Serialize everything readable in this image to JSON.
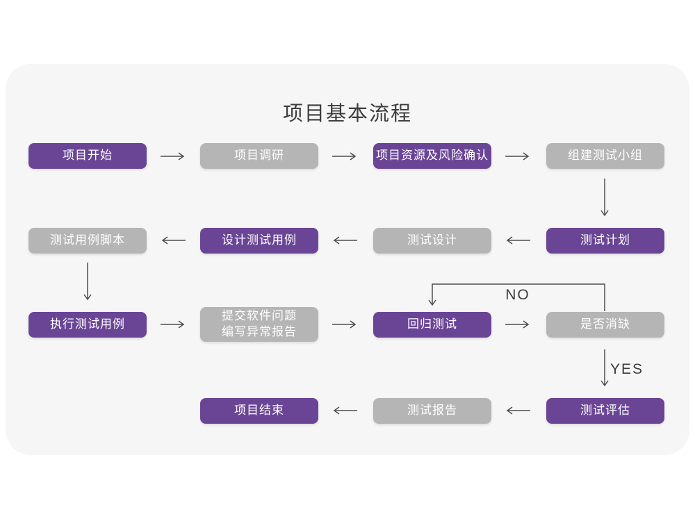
{
  "title": "项目基本流程",
  "branch_labels": {
    "no": "NO",
    "yes": "YES"
  },
  "colors": {
    "page": "#ffffff",
    "panel": "#f6f6f6",
    "purple": "#6a4596",
    "gray": "#b5b5b5",
    "arrow": "#4d4d4d",
    "text_dark": "#3c3c3c",
    "node_text": "#ffffff"
  },
  "nodes": [
    {
      "label": "项目开始",
      "type": "purple"
    },
    {
      "label": "项目调研",
      "type": "gray"
    },
    {
      "label": "项目资源及风险确认",
      "type": "purple"
    },
    {
      "label": "组建测试小组",
      "type": "gray"
    },
    {
      "label": "测试用例脚本",
      "type": "gray"
    },
    {
      "label": "设计测试用例",
      "type": "purple"
    },
    {
      "label": "测试设计",
      "type": "gray"
    },
    {
      "label": "测试计划",
      "type": "purple"
    },
    {
      "label": "执行测试用例",
      "type": "purple"
    },
    {
      "label": "提交软件问题\n编写异常报告",
      "type": "gray"
    },
    {
      "label": "回归测试",
      "type": "purple"
    },
    {
      "label": "是否消缺",
      "type": "gray"
    },
    {
      "label": "项目结束",
      "type": "purple"
    },
    {
      "label": "测试报告",
      "type": "gray"
    },
    {
      "label": "测试评估",
      "type": "purple"
    }
  ],
  "flow": [
    "项目开始 → 项目调研",
    "项目调研 → 项目资源及风险确认",
    "项目资源及风险确认 → 组建测试小组",
    "组建测试小组 → 测试计划",
    "测试计划 → 测试设计",
    "测试设计 → 设计测试用例",
    "设计测试用例 → 测试用例脚本",
    "测试用例脚本 → 执行测试用例",
    "执行测试用例 → 提交软件问题编写异常报告",
    "提交软件问题编写异常报告 → 回归测试",
    "回归测试 → 是否消缺",
    "是否消缺 → 回归测试 (NO)",
    "是否消缺 → 测试评估 (YES)",
    "测试评估 → 测试报告",
    "测试报告 → 项目结束"
  ]
}
